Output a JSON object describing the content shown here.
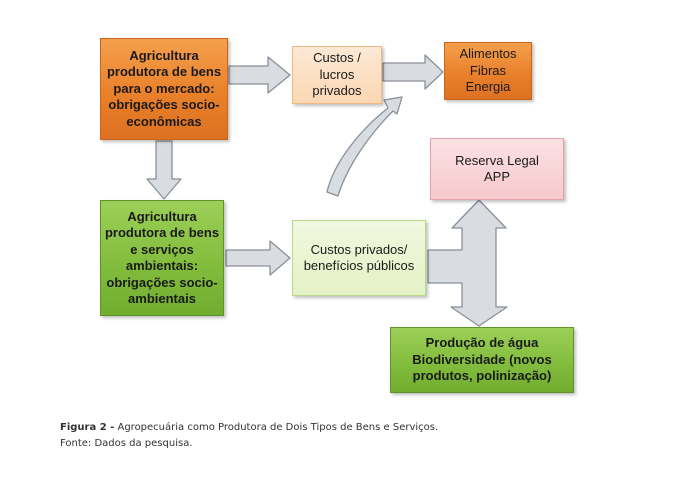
{
  "boxes": {
    "agri_mercado": "Agricultura\nprodutora de bens\npara o mercado:\nobrigações socio-\neconômicas",
    "custos_lucros": "Custos /\nlucros\nprivados",
    "alimentos": "Alimentos\nFibras\nEnergia",
    "reserva": "Reserva Legal\nAPP",
    "agri_ambientais": "Agricultura\nprodutora de bens\ne serviços\nambientais:\nobrigações socio-\nambientais",
    "custos_beneficios": "Custos privados/\nbenefícios públicos",
    "producao_agua": "Produção de água\nBiodiversidade (novos\nprodutos, polinização)"
  },
  "caption": {
    "label": "Figura 2 -",
    "text": "Agropecuária como Produtora de Dois Tipos de Bens e Serviços.",
    "source": "Fonte: Dados da pesquisa."
  },
  "colors": {
    "orange": "#e9802a",
    "light_orange": "#fbd7b3",
    "green": "#83bd3e",
    "light_green": "#e4f1c5",
    "pink": "#f6c9cd",
    "arrow_fill": "#d9dde1",
    "arrow_stroke": "#8a9097"
  }
}
